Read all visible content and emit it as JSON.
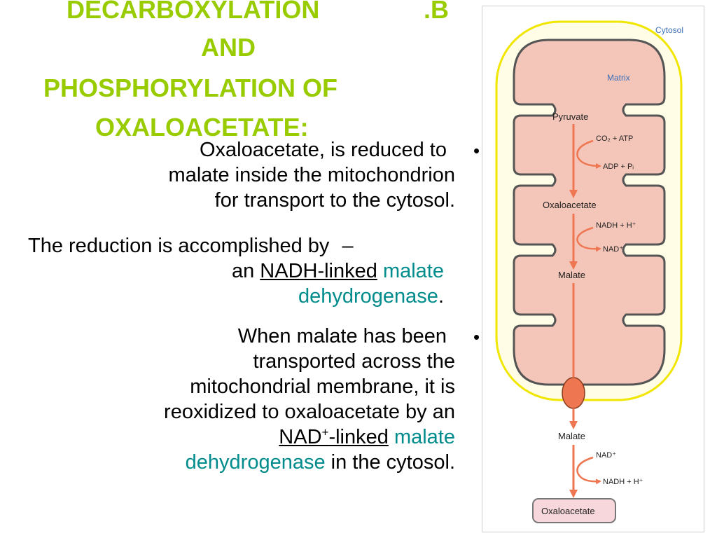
{
  "title": {
    "line1": "DECARBOXYLATION",
    "line1_suffix": ".B",
    "line2": "AND",
    "line3": "PHOSPHORYLATION OF",
    "line4": "OXALOACETATE:"
  },
  "paragraphs": {
    "p1": {
      "line1": "Oxaloacetate, is reduced to",
      "line2": "malate inside the mitochondrion",
      "line3": "for transport to the cytosol."
    },
    "p2": {
      "line1": "The reduction is accomplished by",
      "dash": "–",
      "pre": "an",
      "nadh_linked": "NADH-linked",
      "enzyme1": "malate",
      "enzyme2": "dehydrogenase",
      "end": "."
    },
    "p3": {
      "line1": "When malate has been",
      "line2": "transported across the",
      "line3": "mitochondrial membrane, it is",
      "line4": "reoxidized to oxaloacetate by an",
      "nad": "NAD",
      "nad_sup": "+",
      "linked": "-linked",
      "enzyme1": "malate",
      "enzyme2": "dehydrogenase",
      "end": " in the cytosol."
    }
  },
  "bullets": [
    "•",
    "•"
  ],
  "figure": {
    "cytosol_label": "Cytosol",
    "matrix_label": "Matrix",
    "pyruvate": "Pyruvate",
    "co2_atp": "CO₂ + ATP",
    "adp_pi": "ADP + Pᵢ",
    "oxaloacetate_in": "Oxaloacetate",
    "nadh_h_in": "NADH + H⁺",
    "nad_in": "NAD⁺",
    "malate_in": "Malate",
    "malate_out": "Malate",
    "nad_out": "NAD⁺",
    "nadh_h_out": "NADH + H⁺",
    "oxaloacetate_out": "Oxaloacetate",
    "colors": {
      "title": "#99cc00",
      "enzyme": "#008c8c",
      "membrane_outer": "#f0e600",
      "matrix_fill": "#f4c6b9",
      "arrow": "#ee7752",
      "label_blue": "#3b6fb6"
    }
  }
}
